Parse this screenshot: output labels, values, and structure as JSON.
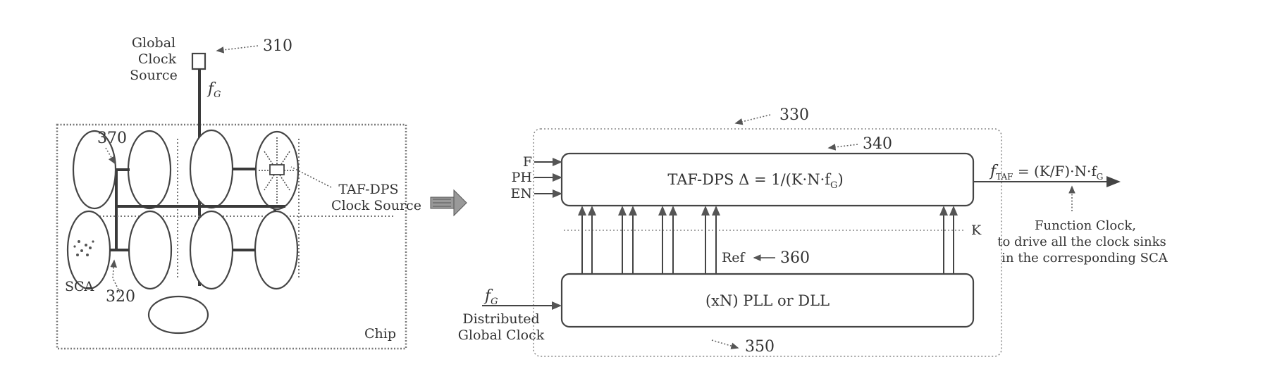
{
  "left": {
    "source_label": [
      "Global",
      "Clock",
      "Source"
    ],
    "fg": "f",
    "fg_sub": "G",
    "ref_310": "310",
    "ref_370": "370",
    "ref_320": "320",
    "sca_label": "SCA",
    "chip_label": "Chip",
    "tafdps_label": [
      "TAF-DPS",
      "Clock Source"
    ]
  },
  "right": {
    "ref_330": "330",
    "ref_340": "340",
    "ref_350": "350",
    "ref_360": "360",
    "inputs": [
      "F",
      "PH",
      "EN"
    ],
    "taf_block": "TAF-DPS  Δ = 1/(K·N·f",
    "taf_block_sub": "G",
    "taf_block_tail": ")",
    "pll_block": "(xN) PLL or DLL",
    "ref_label": "Ref",
    "k_label": "K",
    "fg": "f",
    "fg_sub": "G",
    "dist_label": [
      "Distributed",
      "Global Clock"
    ],
    "out_f": "f",
    "out_sub": "TAF",
    "out_eq": " = (K/F)·N·f",
    "out_eq_sub": "G",
    "func_label": [
      "Function Clock,",
      "to drive all the clock sinks",
      "in the corresponding  SCA"
    ]
  }
}
